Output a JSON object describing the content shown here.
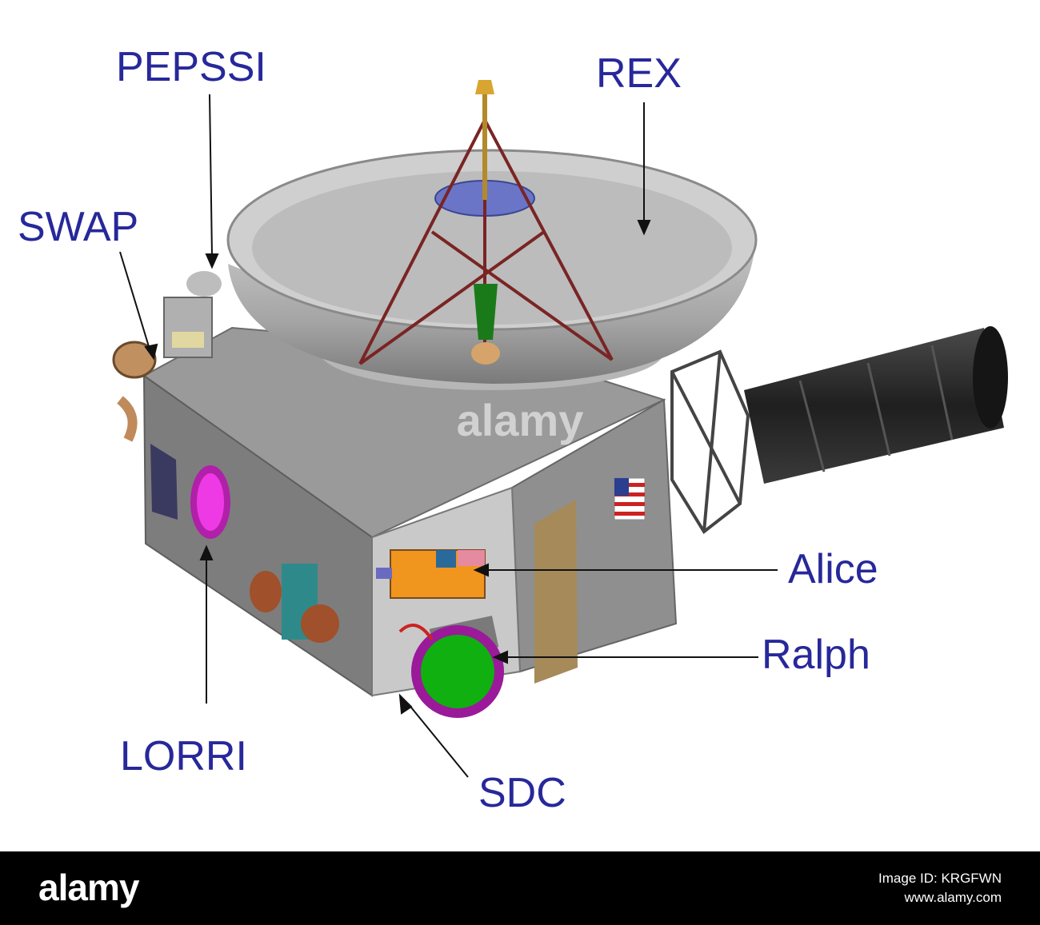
{
  "labels": {
    "pepssi": "PEPSSI",
    "rex": "REX",
    "swap": "SWAP",
    "alice": "Alice",
    "ralph": "Ralph",
    "lorri": "LORRI",
    "sdc": "SDC"
  },
  "watermark": "alamy",
  "footer": {
    "logo": "alamy",
    "image_id": "Image ID: KRGFWN",
    "site": "www.alamy.com"
  },
  "colors": {
    "label": "#27289a",
    "body": "#8c8c8c",
    "dish": "#a8a8a8",
    "rtg": "#2a2a2a",
    "lorri_aperture": "#e020d0",
    "ralph_lens": "#10b010",
    "ralph_rim": "#9a1a9a",
    "alice_block": "#f0951e",
    "footer_bg": "#000000"
  },
  "icons": [
    "flag-icon"
  ]
}
